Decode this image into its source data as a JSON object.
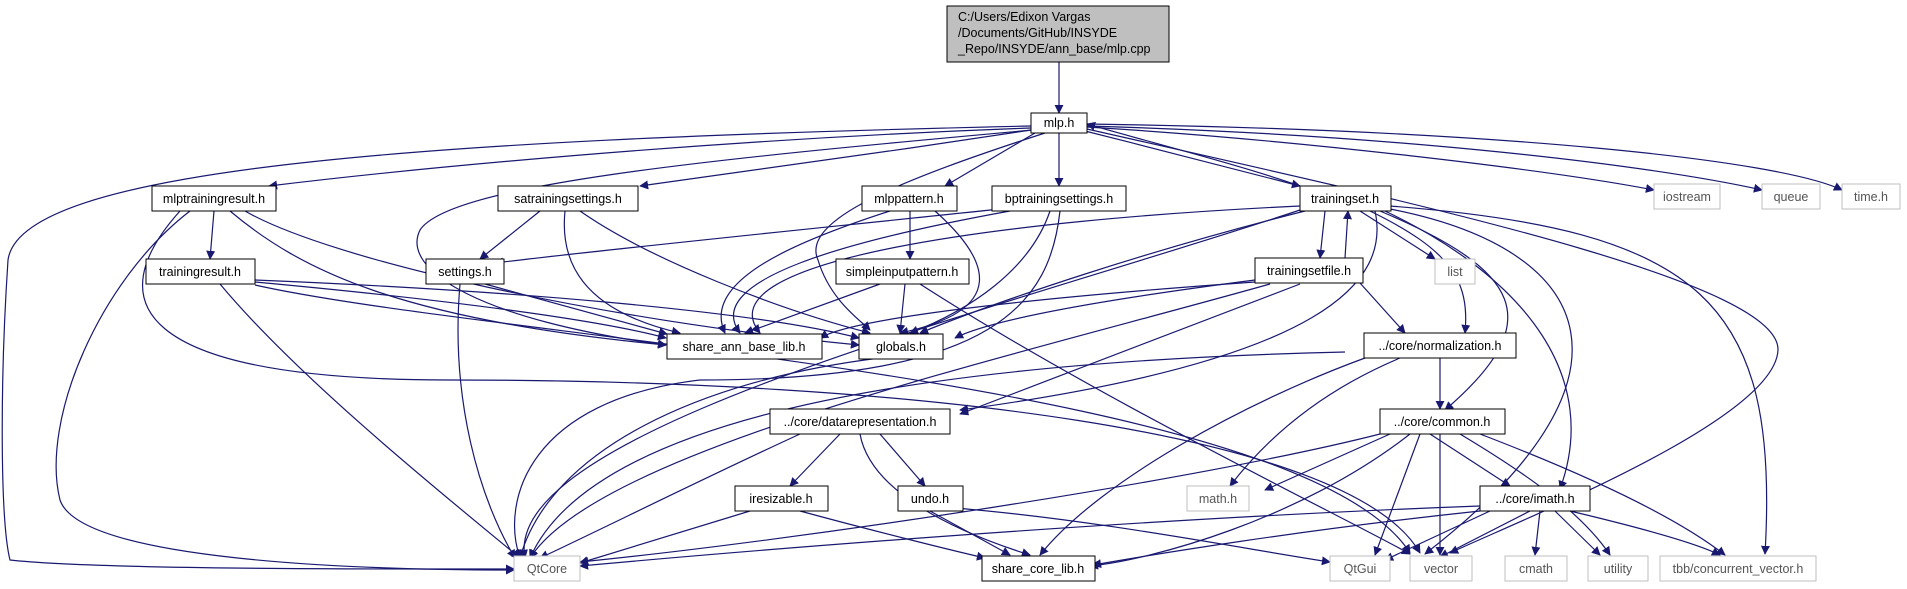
{
  "graph": {
    "colors": {
      "edge": "#191970",
      "root_fill": "#bfbfbf",
      "node_fill": "#ffffff",
      "node_border": "#000000",
      "external_border": "#bfbfbf",
      "external_text": "#555555"
    },
    "root": {
      "lines": [
        "C:/Users/Edixon Vargas",
        "/Documents/GitHub/INSYDE",
        "_Repo/INSYDE/ann_base/mlp.cpp"
      ]
    },
    "nodes": {
      "mlp_h": "mlp.h",
      "mlptrainingresult_h": "mlptrainingresult.h",
      "satrainingsettings_h": "satrainingsettings.h",
      "mlppattern_h": "mlppattern.h",
      "bptrainingsettings_h": "bptrainingsettings.h",
      "trainingset_h": "trainingset.h",
      "iostream": "iostream",
      "queue": "queue",
      "time_h": "time.h",
      "trainingresult_h": "trainingresult.h",
      "settings_h": "settings.h",
      "simpleinputpattern_h": "simpleinputpattern.h",
      "list": "list",
      "trainingsetfile_h": "trainingsetfile.h",
      "share_ann_base_lib_h": "share_ann_base_lib.h",
      "globals_h": "globals.h",
      "normalization_h": "../core/normalization.h",
      "datarepresentation_h": "../core/datarepresentation.h",
      "common_h": "../core/common.h",
      "iresizable_h": "iresizable.h",
      "undo_h": "undo.h",
      "math_h": "math.h",
      "imath_h": "../core/imath.h",
      "QtCore": "QtCore",
      "share_core_lib_h": "share_core_lib.h",
      "QtGui": "QtGui",
      "vector": "vector",
      "cmath": "cmath",
      "utility": "utility",
      "concurrent_vector_h": "tbb/concurrent_vector.h"
    }
  }
}
